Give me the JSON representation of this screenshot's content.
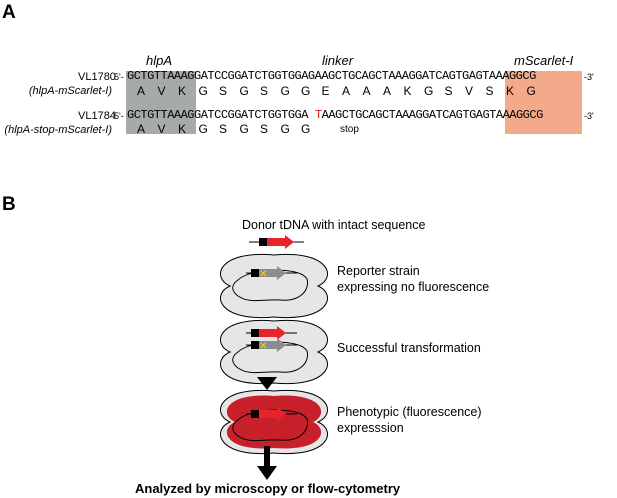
{
  "panelA": {
    "letter": "A",
    "regions": {
      "hlpA": "hlpA",
      "linker": "linker",
      "mscarlet": "mScarlet-I"
    },
    "rows": [
      {
        "strain": "VL1780",
        "construct": "(hlpA-mScarlet-I)",
        "five_prime": "5'-",
        "sequence": "GCTGTTAAAGGATCCGGATCTGGTGGAGAAGCTGCAGCTAAAGGATCAGTGAGTAAAGGCG",
        "three_prime": "-3'",
        "amino_acids": [
          "A",
          "V",
          "K",
          "G",
          "S",
          "G",
          "S",
          "G",
          "G",
          "E",
          "A",
          "A",
          "A",
          "K",
          "G",
          "S",
          "V",
          "S",
          "K",
          "G"
        ]
      },
      {
        "strain": "VL1784",
        "construct": "(hlpA-stop-mScarlet-I)",
        "five_prime": "5'-",
        "sequence_before": "GCTGTTAAAGGATCCGGATCTGGTGGA",
        "sequence_mutation": "T",
        "sequence_after": "AAGCTGCAGCTAAAGGATCAGTGAGTAAAGGCG",
        "three_prime": "-3'",
        "amino_acids": [
          "A",
          "V",
          "K",
          "G",
          "S",
          "G",
          "S",
          "G",
          "G"
        ],
        "stop_label": "stop"
      }
    ],
    "colors": {
      "hlpA_box": "#a6aba8",
      "mscarlet_box": "#f4a98a",
      "mutation": "#d8201f"
    }
  },
  "panelB": {
    "letter": "B",
    "donor_label": "Donor tDNA with intact sequence",
    "steps": [
      {
        "label_line1": "Reporter strain",
        "label_line2": "expressing no fluorescence"
      },
      {
        "label_line1": "Successful transformation",
        "label_line2": ""
      },
      {
        "label_line1": "Phenotypic (fluorescence)",
        "label_line2": "expresssion"
      }
    ],
    "final_label": "Analyzed by microscopy or flow-cytometry",
    "colors": {
      "cell": "#e6e6e6",
      "cell_fluorescent": "#c8202a",
      "gene_red": "#e8232a",
      "gene_grey": "#8c8c8c",
      "mutation_mark": "#f5d90a"
    }
  }
}
